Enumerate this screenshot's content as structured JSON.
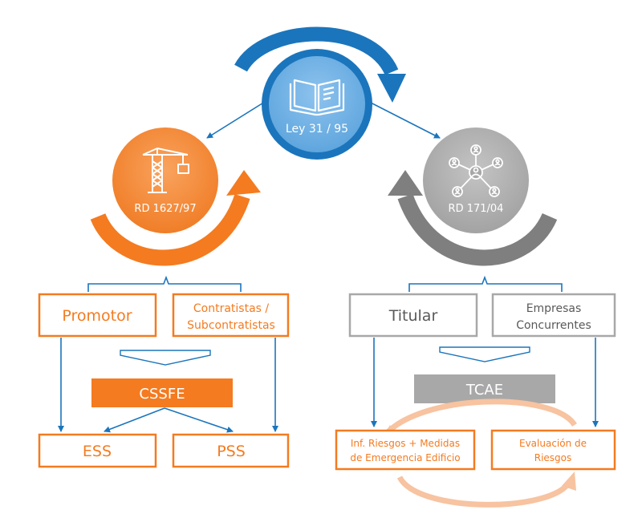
{
  "center": {
    "label": "Ley 31 / 95",
    "icon": "book-icon"
  },
  "left": {
    "node_label": "RD 1627/97",
    "icon": "crane-icon",
    "boxes": {
      "promotor": "Promotor",
      "contratistas_line1": "Contratistas /",
      "contratistas_line2": "Subcontratistas"
    },
    "band": "CSSFE",
    "results": {
      "ess": "ESS",
      "pss": "PSS"
    }
  },
  "right": {
    "node_label": "RD 171/04",
    "icon": "network-people-icon",
    "boxes": {
      "titular": "Titular",
      "empresas_line1": "Empresas",
      "empresas_line2": "Concurrentes"
    },
    "band": "TCAE",
    "results": {
      "inf_line1": "Inf. Riesgos + Medidas",
      "inf_line2": "de Emergencia Edificio",
      "eval_line1": "Evaluación de",
      "eval_line2": "Riesgos"
    }
  },
  "colors": {
    "orange": "#F47B20",
    "blue": "#1B75BC",
    "light_blue": "#6BAEE3",
    "gray": "#7F7F7F",
    "light_gray": "#A8A8A8",
    "peach": "#F7C3A0"
  }
}
